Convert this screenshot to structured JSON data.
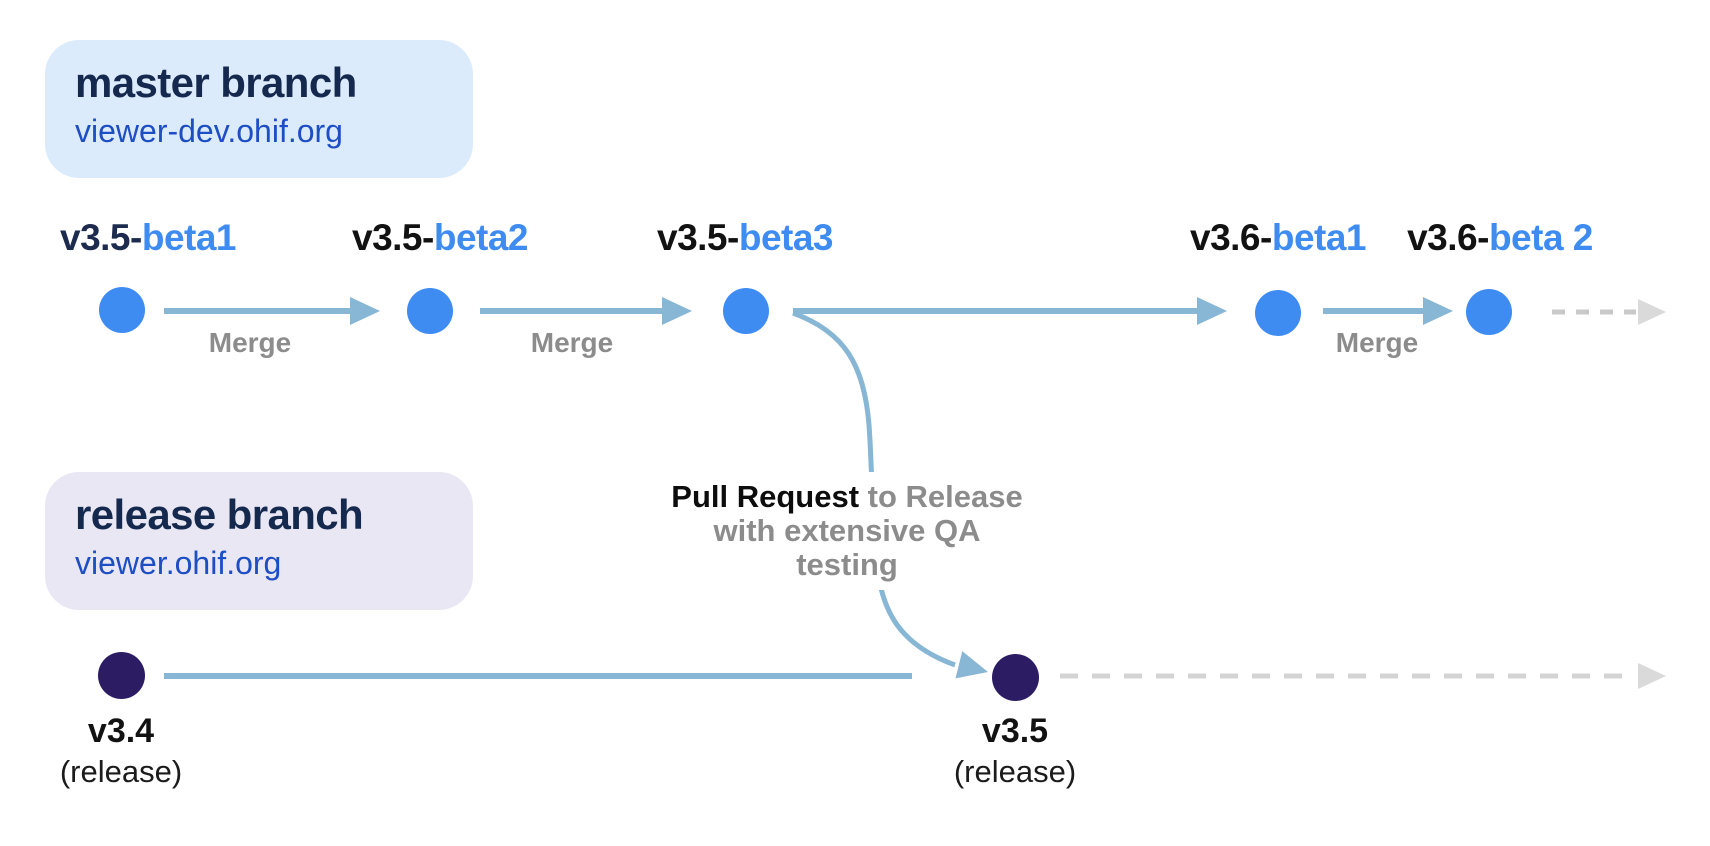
{
  "colors": {
    "node_blue": "#3e8cf2",
    "node_indigo": "#2c1c63",
    "line_blue": "#88b6d5",
    "dash_gray": "#c9c9c9",
    "dash_gray2": "#d4d4d4",
    "dash_head": "#dadada",
    "title_navy": "#15294e",
    "url_blue": "#1e4ec4",
    "gray_text": "#8c8c8c",
    "black_text": "#121212",
    "navy_text": "#1d2b4e",
    "master_bg": "#dcebfb",
    "release_bg": "#e9e7f3"
  },
  "master_branch": {
    "title": "master branch",
    "url": "viewer-dev.ohif.org",
    "commits": [
      {
        "prefix": "v3.5-",
        "suffix": "beta1"
      },
      {
        "prefix": "v3.5-",
        "suffix": "beta2"
      },
      {
        "prefix": "v3.5-",
        "suffix": "beta3"
      },
      {
        "prefix": "v3.6-",
        "suffix": "beta1"
      },
      {
        "prefix": "v3.6-",
        "suffix": "beta 2"
      }
    ],
    "merge_labels": [
      "Merge",
      "Merge",
      "Merge"
    ]
  },
  "release_branch": {
    "title": "release branch",
    "url": "viewer.ohif.org",
    "commits": [
      {
        "name": "v3.4",
        "sub": "(release)"
      },
      {
        "name": "v3.5",
        "sub": "(release)"
      }
    ]
  },
  "pull_request": {
    "bold": "Pull Request",
    "rest": " to Release",
    "line2": "with extensive QA testing"
  }
}
